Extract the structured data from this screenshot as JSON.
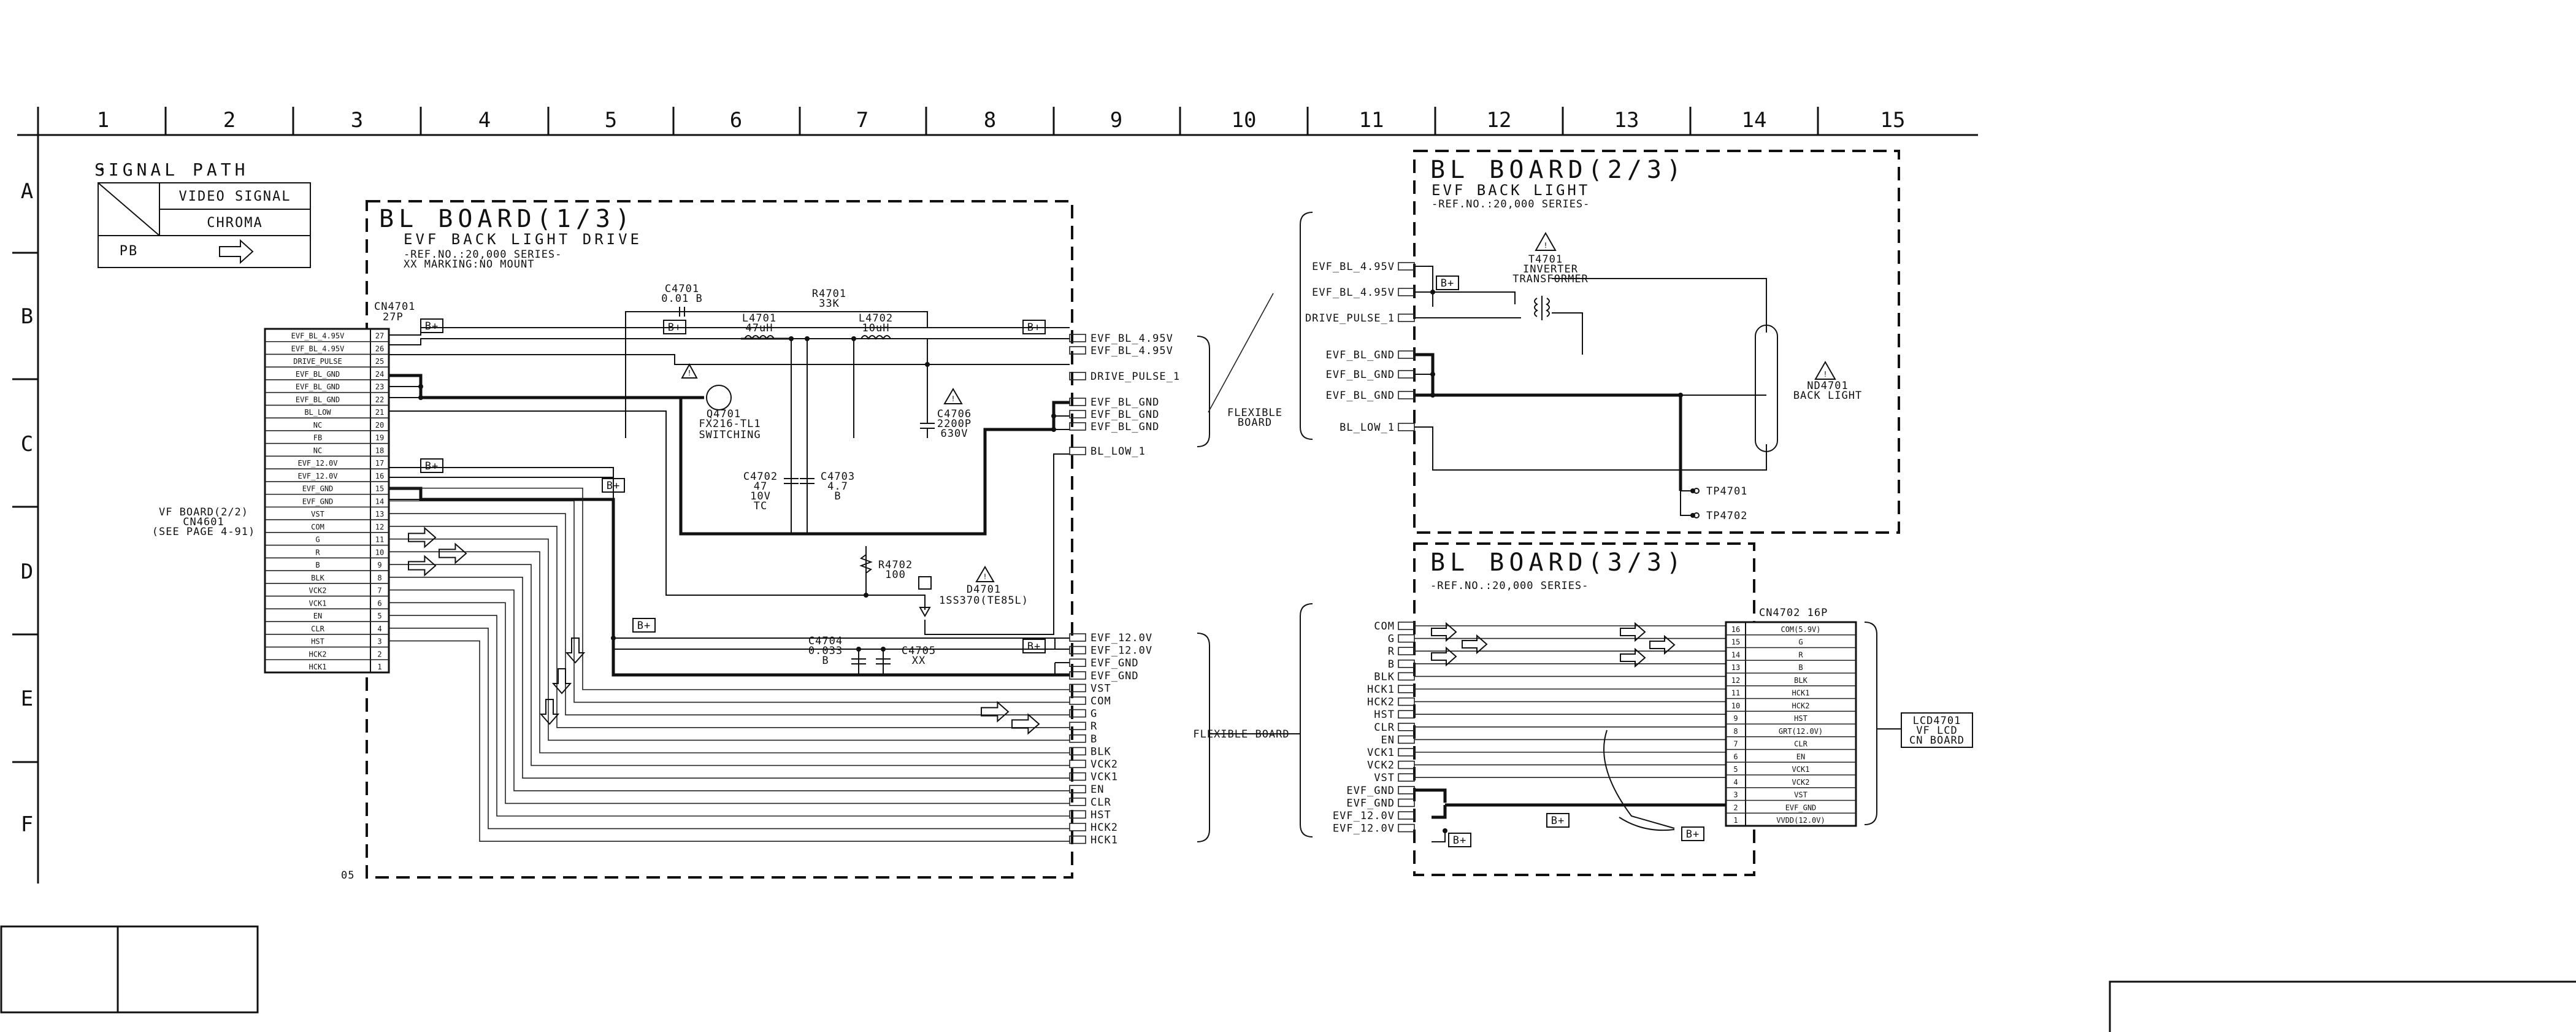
{
  "grid": {
    "columns": [
      "1",
      "2",
      "3",
      "4",
      "5",
      "6",
      "7",
      "8",
      "9",
      "10",
      "11",
      "12",
      "13",
      "14",
      "15"
    ],
    "rows": [
      "A",
      "B",
      "C",
      "D",
      "E",
      "F"
    ]
  },
  "legend": {
    "title": "SIGNAL PATH",
    "row1": "VIDEO SIGNAL",
    "row2": "CHROMA",
    "row3": "PB"
  },
  "board1": {
    "title": "BL BOARD(1/3)",
    "subtitle": "EVF BACK LIGHT DRIVE",
    "ref": "-REF.NO.:20,000 SERIES-",
    "note": "XX MARKING:NO MOUNT"
  },
  "board2": {
    "title": "BL BOARD(2/3)",
    "subtitle": "EVF BACK LIGHT",
    "ref": "-REF.NO.:20,000 SERIES-"
  },
  "board3": {
    "title": "BL BOARD(3/3)",
    "ref": "-REF.NO.:20,000 SERIES-"
  },
  "vf_board": {
    "l1": "VF BOARD(2/2)",
    "l2": "CN4601",
    "l3": "(SEE PAGE 4-91)"
  },
  "cn4701": {
    "ref": "CN4701",
    "val": "27P",
    "pins": [
      {
        "n": "27",
        "s": "EVF_BL_4.95V"
      },
      {
        "n": "26",
        "s": "EVF_BL_4.95V"
      },
      {
        "n": "25",
        "s": "DRIVE_PULSE"
      },
      {
        "n": "24",
        "s": "EVF_BL_GND"
      },
      {
        "n": "23",
        "s": "EVF_BL_GND"
      },
      {
        "n": "22",
        "s": "EVF_BL_GND"
      },
      {
        "n": "21",
        "s": "BL_LOW"
      },
      {
        "n": "20",
        "s": "NC"
      },
      {
        "n": "19",
        "s": "FB"
      },
      {
        "n": "18",
        "s": "NC"
      },
      {
        "n": "17",
        "s": "EVF_12.0V"
      },
      {
        "n": "16",
        "s": "EVF_12.0V"
      },
      {
        "n": "15",
        "s": "EVF_GND"
      },
      {
        "n": "14",
        "s": "EVF_GND"
      },
      {
        "n": "13",
        "s": "VST"
      },
      {
        "n": "12",
        "s": "COM"
      },
      {
        "n": "11",
        "s": "G"
      },
      {
        "n": "10",
        "s": "R"
      },
      {
        "n": "9",
        "s": "B"
      },
      {
        "n": "8",
        "s": "BLK"
      },
      {
        "n": "7",
        "s": "VCK2"
      },
      {
        "n": "6",
        "s": "VCK1"
      },
      {
        "n": "5",
        "s": "EN"
      },
      {
        "n": "4",
        "s": "CLR"
      },
      {
        "n": "3",
        "s": "HST"
      },
      {
        "n": "2",
        "s": "HCK2"
      },
      {
        "n": "1",
        "s": "HCK1"
      }
    ]
  },
  "parts": {
    "c4701": {
      "ref": "C4701",
      "val": "0.01 B"
    },
    "l4701": {
      "ref": "L4701",
      "val": "47uH"
    },
    "r4701": {
      "ref": "R4701",
      "val": "33K"
    },
    "l4702": {
      "ref": "L4702",
      "val": "10uH"
    },
    "q4701": {
      "ref": "Q4701",
      "val": "FX216-TL1",
      "fn": "SWITCHING"
    },
    "c4706": {
      "ref": "C4706",
      "val": "2200P",
      "v": "630V"
    },
    "c4702": {
      "ref": "C4702",
      "val": "47",
      "v": "10V",
      "t": "TC"
    },
    "c4703": {
      "ref": "C4703",
      "val": "4.7",
      "t": "B"
    },
    "r4702": {
      "ref": "R4702",
      "val": "100"
    },
    "d4701": {
      "ref": "D4701",
      "val": "1SS370(TE85L)"
    },
    "c4704": {
      "ref": "C4704",
      "val": "0.033",
      "t": "B"
    },
    "c4705": {
      "ref": "C4705",
      "val": "XX"
    },
    "t4701": {
      "ref": "T4701",
      "l1": "INVERTER",
      "l2": "TRANSFORMER"
    },
    "nd4701": {
      "ref": "ND4701",
      "val": "BACK LIGHT"
    },
    "tp4701": "TP4701",
    "tp4702": "TP4702"
  },
  "b_plus": "B+",
  "flex_board": "FLEXIBLE BOARD",
  "flex_l1": "FLEXIBLE",
  "flex_l2": "BOARD",
  "right_ports_top": [
    "EVF_BL_4.95V",
    "EVF_BL_4.95V",
    "DRIVE_PULSE_1",
    "EVF_BL_GND",
    "EVF_BL_GND",
    "EVF_BL_GND",
    "BL_LOW_1"
  ],
  "right_ports_bottom": [
    "EVF_12.0V",
    "EVF_12.0V",
    "EVF_GND",
    "EVF_GND",
    "VST",
    "COM",
    "G",
    "R",
    "B",
    "BLK",
    "VCK2",
    "VCK1",
    "EN",
    "CLR",
    "HST",
    "HCK2",
    "HCK1"
  ],
  "b2_ports": [
    "EVF_BL_4.95V",
    "EVF_BL_4.95V",
    "DRIVE_PULSE_1",
    "EVF_BL_GND",
    "EVF_BL_GND",
    "EVF_BL_GND",
    "BL_LOW_1"
  ],
  "b3_ports": [
    "COM",
    "G",
    "R",
    "B",
    "BLK",
    "HCK1",
    "HCK2",
    "HST",
    "CLR",
    "EN",
    "VCK1",
    "VCK2",
    "VST",
    "EVF_GND",
    "EVF_GND",
    "EVF_12.0V",
    "EVF_12.0V"
  ],
  "cn4702": {
    "ref": "CN4702 16P",
    "pins": [
      {
        "n": "16",
        "s": "COM(5.9V)"
      },
      {
        "n": "15",
        "s": "G"
      },
      {
        "n": "14",
        "s": "R"
      },
      {
        "n": "13",
        "s": "B"
      },
      {
        "n": "12",
        "s": "BLK"
      },
      {
        "n": "11",
        "s": "HCK1"
      },
      {
        "n": "10",
        "s": "HCK2"
      },
      {
        "n": "9",
        "s": "HST"
      },
      {
        "n": "8",
        "s": "GRT(12.0V)"
      },
      {
        "n": "7",
        "s": "CLR"
      },
      {
        "n": "6",
        "s": "EN"
      },
      {
        "n": "5",
        "s": "VCK1"
      },
      {
        "n": "4",
        "s": "VCK2"
      },
      {
        "n": "3",
        "s": "VST"
      },
      {
        "n": "2",
        "s": "EVF_GND"
      },
      {
        "n": "1",
        "s": "VVDD(12.0V)"
      }
    ]
  },
  "lcd": {
    "l1": "LCD4701",
    "l2": "VF LCD",
    "l3": "CN BOARD"
  },
  "page_mark": "05"
}
